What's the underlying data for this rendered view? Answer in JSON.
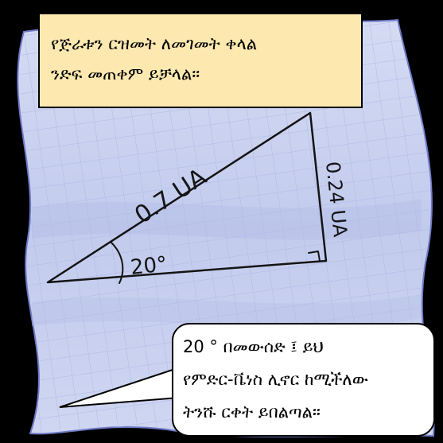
{
  "caption": {
    "line1": "የጅራቱን ርዝመት ለመገመት ቀላል",
    "line2": "ንድፍ መጠቀም ይቻላል።"
  },
  "sketch": {
    "hypotenuse_label": "0.7 UA",
    "side_label": "0.24 UA",
    "angle_label": "20°"
  },
  "speech": {
    "line1": "20 ° በመውሰድ ፤ ይህ",
    "line2": "የምድር-ቬነስ ሊኖር ከሚችለው",
    "line3": "ትንሹ ርቀት ይበልጣል።"
  },
  "colors": {
    "background": "#000000",
    "paper": "#c9d2ef",
    "caption_fill": "#fde9b0",
    "bubble_fill": "#ffffff",
    "ink": "#111111"
  }
}
